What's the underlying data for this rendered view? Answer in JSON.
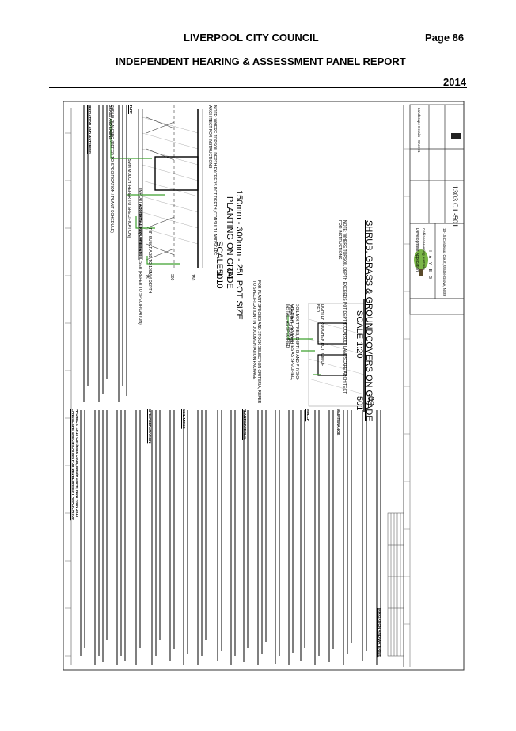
{
  "header": {
    "council": "LIVERPOOL CITY COUNCIL",
    "page": "Page 86",
    "title": "INDEPENDENT HEARING & ASSESSMENT PANEL REPORT",
    "year": "2014"
  },
  "drawing": {
    "detail_04": {
      "number": "04",
      "sheet": "501",
      "title": "PLANTING ON GRADE",
      "pot_size": "150mm - 300mm - 25L POT SIZE",
      "scale": "SCALE 1:10",
      "note": "NOTE: WHERE TOPSOIL DEPTH EXCEEDS POT DEPTH, CONSULT LANDSCAPE ARCHITECT FOR INSTRUCTIONS",
      "labels": [
        "SHRUB PLANTING (REFER TO SPECIFICATION / PLANT SCHEDULE)",
        "75MM MULCH (REFER TO SPECIFICATION)",
        "IMPORTED TOP SOIL MIX AND FERTILISER (REFER TO SPECIFICATION)",
        "RIP SUBGRADE TO 100MM DEPTH"
      ],
      "dims": [
        "75",
        "300",
        "150"
      ]
    },
    "detail_03": {
      "number": "03",
      "sheet": "501",
      "title": "SHRUB, GRASS & GROUNDCOVERS ON GRADE",
      "scale": "SCALE 1:20",
      "note": "NOTE: WHERE TOPSOIL DEPTH EXCEEDS POT DEPTH, CONSULT LANDSCAPE ARCHITECT FOR INSTRUCTIONS",
      "labels": [
        "FOR PLANT SPECIES AND STOCK SELECTION CRITERIA, REFER TO SPECIFICATION / IN DOCUMENTATION PACKAGE",
        "75mm MULCH LAYER",
        "SOIL MIX TYPES, DEPTHS AND PHYSIO-CHEMICAL PROPERTIES AS SPECIFIED, INSTALL AS SPECIFIED",
        "LIGHTLY ROUGHEN BOTTOM OF BED"
      ]
    },
    "notes_heading": "PROJECT: 13-15 Cordeaux Court, Wattle Grove, NSW - Nov 2013",
    "notes_subheading": "LANDSCAPE SPECIFICATION FOR DEVELOPMENT APPLICATION",
    "section_headings": [
      "SITE PREPARATION",
      "SOIL MIXES",
      "PLANT MATERIAL",
      "MULCH",
      "MAINTENANCE",
      "IRRIGATION AND WATERING",
      "IRRIGATION AND WATERING",
      "GRASS AND LAWNS",
      "TURF",
      "ADDITIONAL REQUIREMENTS"
    ],
    "title_block": {
      "stage": "Development Application",
      "client": "Cabiane Housing Australia",
      "project": "13-15 Cordeaux Court, Wattle Grove, NSW",
      "drawing_title": "Landscape Details - Sheet 1",
      "firm": "H A Y E S",
      "drawing_no": "L-501",
      "revision": "C",
      "job_no": "1303"
    }
  }
}
